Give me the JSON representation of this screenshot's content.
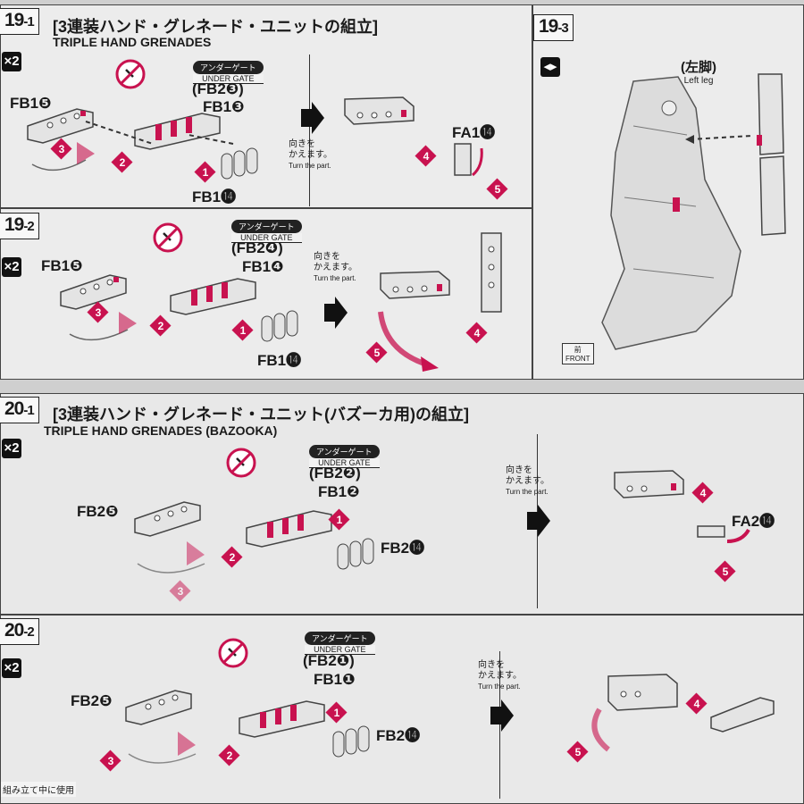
{
  "step19_1": {
    "num": "19",
    "sub": "-1",
    "title_jp": "[3連装ハンド・グレネード・ユニットの組立]",
    "title_en": "TRIPLE HAND GRENADES",
    "qty": "2",
    "under_gate_jp": "アンダーゲート",
    "under_gate_en": "UNDER GATE",
    "label_gate": "(FB2❸)",
    "label_b": "FB1❸",
    "label_fb1_left": "FB1❺",
    "label_fb1_bottom": "FB1⓮",
    "label_fa": "FA1⓮",
    "turn_jp1": "向きを",
    "turn_jp2": "かえます。",
    "turn_en": "Turn the part.",
    "steps": [
      "1",
      "2",
      "3",
      "4",
      "5"
    ]
  },
  "step19_2": {
    "num": "19",
    "sub": "-2",
    "qty": "2",
    "under_gate_jp": "アンダーゲート",
    "under_gate_en": "UNDER GATE",
    "label_gate": "(FB2❹)",
    "label_b": "FB1❹",
    "label_fb1_left": "FB1❺",
    "label_fb1_bottom": "FB1⓮",
    "turn_jp1": "向きを",
    "turn_jp2": "かえます。",
    "turn_en": "Turn the part.",
    "steps": [
      "1",
      "2",
      "3",
      "4",
      "5"
    ]
  },
  "step19_3": {
    "num": "19",
    "sub": "-3",
    "left_leg_jp": "(左脚)",
    "left_leg_en": "Left leg",
    "front_jp": "前",
    "front_en": "FRONT"
  },
  "step20_1": {
    "num": "20",
    "sub": "-1",
    "title_jp": "[3連装ハンド・グレネード・ユニット(バズーカ用)の組立]",
    "title_en": "TRIPLE HAND GRENADES (BAZOOKA)",
    "qty": "2",
    "under_gate_jp": "アンダーゲート",
    "under_gate_en": "UNDER GATE",
    "label_gate": "(FB2❷)",
    "label_b": "FB1❷",
    "label_fb2_left": "FB2❺",
    "label_fb2_right": "FB2⓮",
    "label_fa": "FA2⓮",
    "turn_jp1": "向きを",
    "turn_jp2": "かえます。",
    "turn_en": "Turn the part.",
    "steps": [
      "1",
      "2",
      "3",
      "4",
      "5"
    ]
  },
  "step20_2": {
    "num": "20",
    "sub": "-2",
    "qty": "2",
    "under_gate_jp": "アンダーゲート",
    "under_gate_en": "UNDER GATE",
    "label_gate": "(FB2❶)",
    "label_b": "FB1❶",
    "label_fb2_left": "FB2❺",
    "label_fb2_right": "FB2⓮",
    "turn_jp1": "向きを",
    "turn_jp2": "かえます。",
    "turn_en": "Turn the part.",
    "steps": [
      "1",
      "2",
      "3",
      "4",
      "5"
    ]
  },
  "footer": {
    "note": "組み立て中に使用"
  },
  "colors": {
    "accent": "#c8124f",
    "paper": "#ececec",
    "ink": "#1a1a1a"
  }
}
